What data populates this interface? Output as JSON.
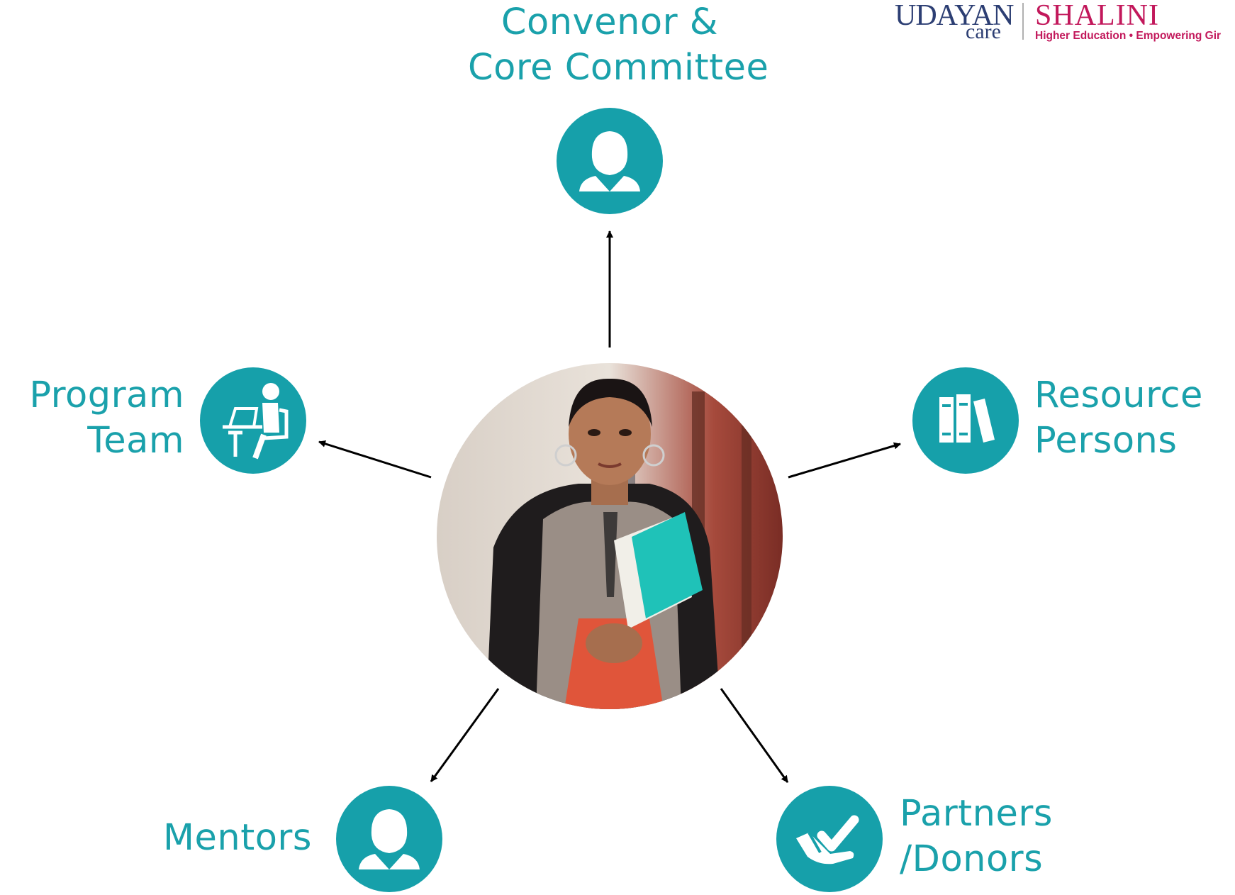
{
  "logo": {
    "brand": "UDAYAN",
    "brand_sub": "care",
    "partner": "SHALINI",
    "tagline": "Higher Education • Empowering Gir"
  },
  "center": {
    "image": "student-photo"
  },
  "nodes": {
    "top": {
      "line1": "Convenor &",
      "line2": "Core Committee",
      "icon": "person-icon"
    },
    "left": {
      "line1": "Program",
      "line2": "Team",
      "icon": "person-at-laptop-icon"
    },
    "right": {
      "line1": "Resource",
      "line2": "Persons",
      "icon": "books-icon"
    },
    "bottom_left": {
      "line1": "Mentors",
      "icon": "person-icon"
    },
    "bottom_right": {
      "line1": "Partners",
      "line2": "/Donors",
      "icon": "hand-check-icon"
    }
  },
  "colors": {
    "accent": "#16a0aa",
    "text": "#1aa1ab",
    "arrow": "#000000"
  }
}
